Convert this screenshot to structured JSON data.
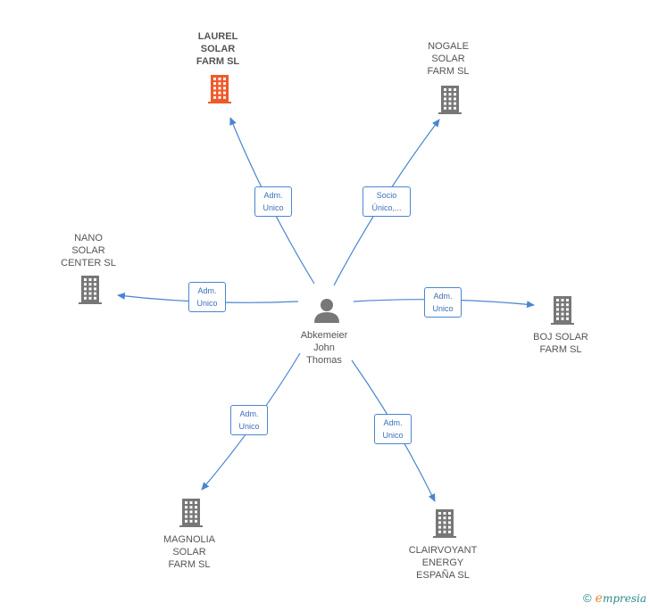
{
  "center": {
    "label": "Abkemeier\nJohn\nThomas"
  },
  "companies": [
    {
      "id": "laurel",
      "label": "LAUREL\nSOLAR\nFARM SL",
      "highlight": true,
      "relation": "Adm.\nUnico"
    },
    {
      "id": "nogale",
      "label": "NOGALE\nSOLAR\nFARM SL",
      "highlight": false,
      "relation": "Socio\nÚnico,..."
    },
    {
      "id": "nano",
      "label": "NANO\nSOLAR\nCENTER SL",
      "highlight": false,
      "relation": "Adm.\nUnico"
    },
    {
      "id": "boj",
      "label": "BOJ SOLAR\nFARM SL",
      "highlight": false,
      "relation": "Adm.\nUnico"
    },
    {
      "id": "magnolia",
      "label": "MAGNOLIA\nSOLAR\nFARM SL",
      "highlight": false,
      "relation": "Adm.\nUnico"
    },
    {
      "id": "clairvoyant",
      "label": "CLAIRVOYANT\nENERGY\nESPAÑA  SL",
      "highlight": false,
      "relation": "Adm.\nUnico"
    }
  ],
  "colors": {
    "edge": "#4a86d0",
    "building": "#777777",
    "building_highlight": "#f05a28",
    "person": "#777777"
  },
  "icons": {
    "company": "building-icon",
    "person": "person-icon"
  },
  "brand": {
    "copyright": "©",
    "initial": "e",
    "name": "mpresia"
  }
}
